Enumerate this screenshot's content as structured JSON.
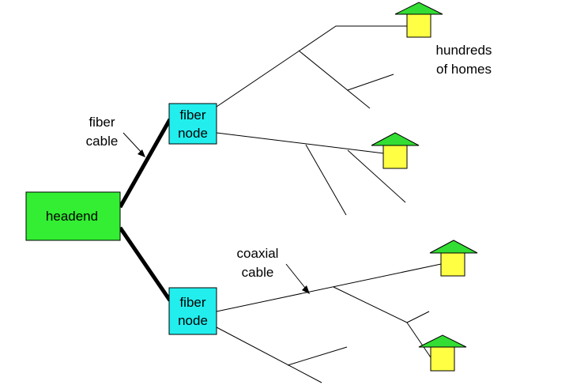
{
  "colors": {
    "headend_fill": "#33ee33",
    "fiber_node_fill": "#22eeee",
    "house_roof": "#33dd33",
    "house_wall": "#ffff44",
    "line": "#000000",
    "background": "#ffffff"
  },
  "nodes": {
    "headend": {
      "label": "headend"
    },
    "fiber_node_top": {
      "label_line1": "fiber",
      "label_line2": "node"
    },
    "fiber_node_bottom": {
      "label_line1": "fiber",
      "label_line2": "node"
    }
  },
  "labels": {
    "fiber_cable": {
      "line1": "fiber",
      "line2": "cable"
    },
    "coaxial_cable": {
      "line1": "coaxial",
      "line2": "cable"
    },
    "hundreds_of_homes": {
      "line1": "hundreds",
      "line2": "of homes"
    }
  },
  "icons": {
    "house": "house-icon",
    "arrow": "arrowhead-icon"
  }
}
